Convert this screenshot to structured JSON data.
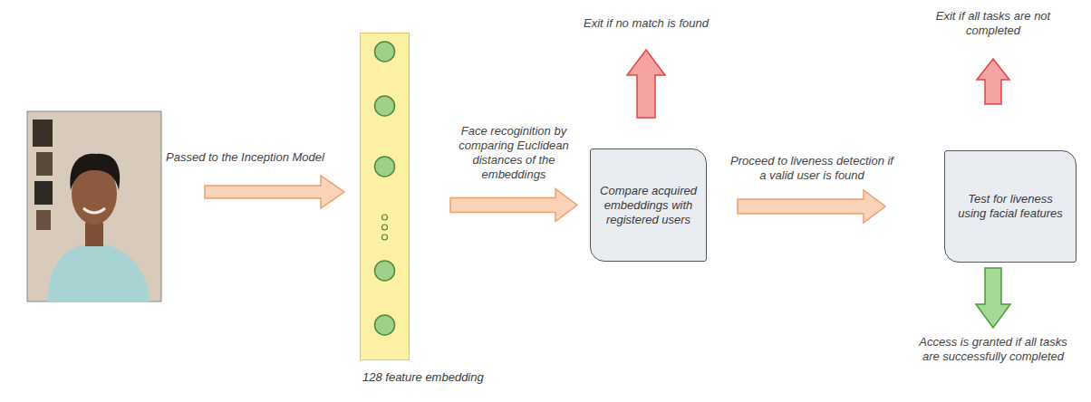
{
  "diagram": {
    "nodes": [
      {
        "text": [
          "128 feature embedding"
        ]
      },
      {
        "text": [
          "Compare acquired embeddings with registered users"
        ]
      },
      {
        "text": [
          "Test for liveness using facial features"
        ]
      }
    ],
    "edges": [
      {
        "from": 0,
        "to": 1,
        "arrow": "to",
        "label": "Face recoginition by comparing Euclidean distances of the embeddings"
      },
      {
        "from": 1,
        "to": 2,
        "arrow": "to",
        "label": "Proceed to liveness detection if a valid user is found"
      }
    ],
    "labels": [
      "Passed to the Inception Model",
      "Exit if no match is found",
      "Exit if all tasks are not completed",
      "Access is granted if all tasks are successfully completed"
    ]
  }
}
